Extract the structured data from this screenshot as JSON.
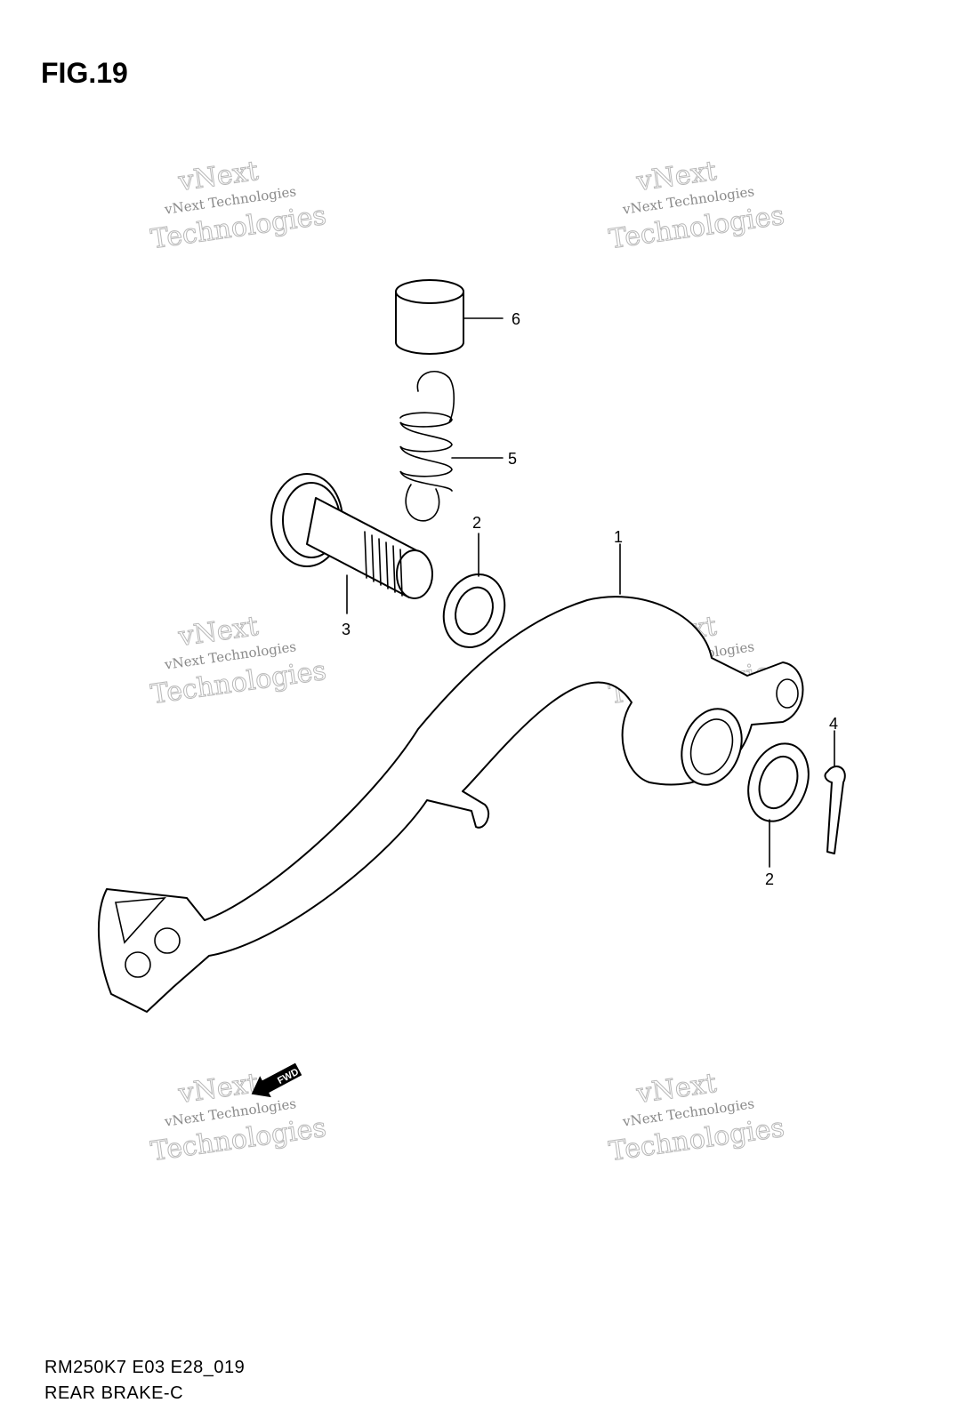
{
  "figure": {
    "title": "FIG.19"
  },
  "watermark": {
    "line1": "vNext",
    "line2": "vNext Technologies",
    "line3": "Technologies"
  },
  "callouts": [
    "6",
    "5",
    "2",
    "1",
    "3",
    "4",
    "2"
  ],
  "fwd_label": "FWD",
  "footer": {
    "code": "RM250K7 E03 E28_019",
    "name": "REAR BRAKE-C"
  }
}
